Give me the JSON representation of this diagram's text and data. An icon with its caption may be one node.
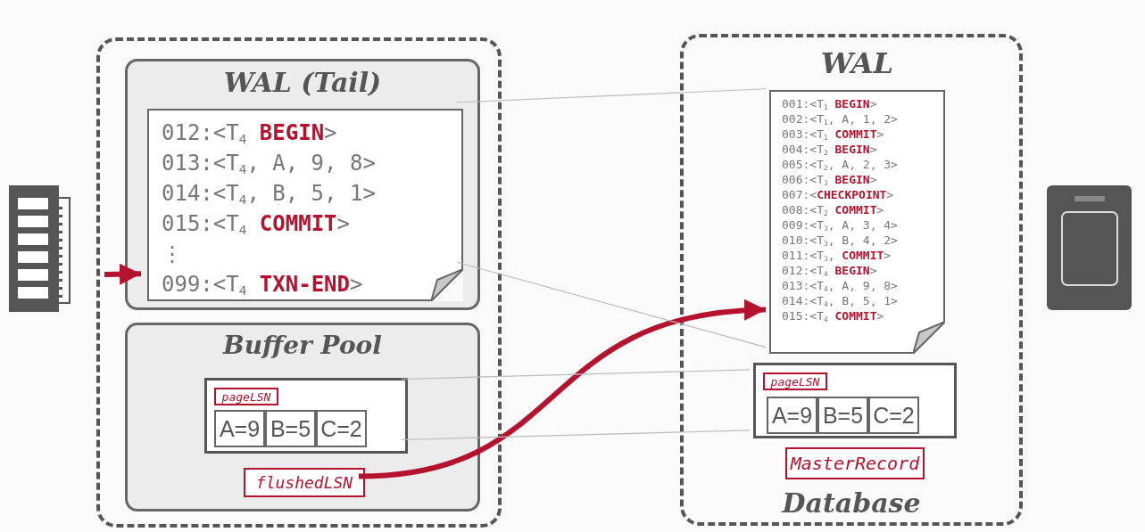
{
  "diagram": {
    "nodes": [
      {
        "text": [],
        "shape": "box"
      },
      {
        "text": [
          "WAL (Tail)"
        ],
        "in": 0
      },
      {
        "text": [
          "012:<T$_{4}$ **BEGIN**>",
          "013:<T$_{4}$, A, 9, 8>",
          "014:<T$_{4}$, B, 5, 1>",
          "015:<T$_{4}$ **COMMIT**>",
          "⋮",
          "099:<T$_{4}$ **TXN-END**>"
        ],
        "in": 1
      },
      {
        "text": [
          "Buffer Pool"
        ],
        "in": 0
      },
      {
        "text": [],
        "shape": "box",
        "in": 3
      },
      {
        "text": [
          "pageLSN"
        ],
        "in": 4
      },
      {
        "text": [
          "A=9"
        ],
        "in": 4
      },
      {
        "text": [
          "B=5"
        ],
        "in": 4
      },
      {
        "text": [
          "C=2"
        ],
        "in": 4
      },
      {
        "text": [
          "flushedLSN"
        ],
        "in": 3
      },
      {
        "text": [
          "Database"
        ]
      },
      {
        "text": [
          "WAL",
          "001:<T$_{1}$ **BEGIN**>",
          "002:<T$_{1}$, A, 1, 2>",
          "003:<T$_{1}$ **COMMIT**>",
          "004:<T$_{2}$ **BEGIN**>",
          "005:<T$_{2}$, A, 2, 3>",
          "006:<T$_{3}$ **BEGIN**>",
          "007:<**CHECKPOINT**>",
          "008:<T$_{2}$ **COMMIT**>",
          "009:<T$_{3}$, A, 3, 4>",
          "010:<T$_{3}$, B, 4, 2>",
          "011:<T$_{3}$, **COMMIT**>",
          "012:<T$_{4}$ **BEGIN**>",
          "013:<T$_{4}$, A, 9, 8>",
          "014:<T$_{4}$, B, 5, 1>",
          "015:<T$_{4}$ **COMMIT**>"
        ],
        "in": 10
      },
      {
        "text": [],
        "shape": "box",
        "in": 10
      },
      {
        "text": [
          "pageLSN"
        ],
        "in": 12
      },
      {
        "text": [
          "A=9"
        ],
        "in": 12
      },
      {
        "text": [
          "B=5"
        ],
        "in": 12
      },
      {
        "text": [
          "C=2"
        ],
        "in": 12
      },
      {
        "text": [
          "MasterRecord"
        ],
        "in": 10
      }
    ],
    "edges": [
      {
        "from": null,
        "to": 2,
        "arrow": "to",
        "style": "thick",
        "color": "#b5122e"
      },
      {
        "from": 9,
        "to": 11,
        "arrow": "to",
        "style": "thick",
        "color": "#b5122e"
      },
      {
        "from": 2,
        "to": 11,
        "arrow": "none"
      },
      {
        "from": 2,
        "to": 11,
        "arrow": "none"
      },
      {
        "from": 4,
        "to": 12,
        "arrow": "none"
      },
      {
        "from": 4,
        "to": 12,
        "arrow": "none"
      }
    ]
  }
}
